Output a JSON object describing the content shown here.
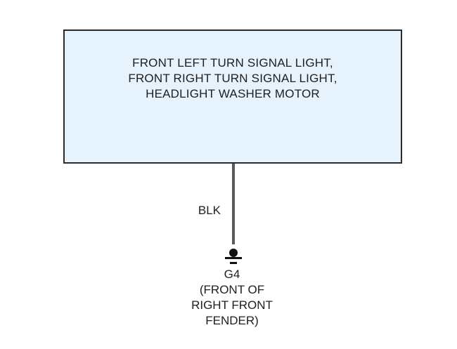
{
  "component_box": {
    "lines": [
      "FRONT LEFT TURN SIGNAL LIGHT,",
      "FRONT RIGHT TURN SIGNAL LIGHT,",
      "HEADLIGHT WASHER MOTOR"
    ],
    "fill_color": "#e7f3fc",
    "border_color": "#2b2b2b"
  },
  "wire": {
    "color_label": "BLK",
    "color": "#5a5a5a"
  },
  "ground": {
    "id": "G4",
    "location_lines": [
      "(FRONT OF",
      "RIGHT FRONT",
      "FENDER)"
    ],
    "symbol_color": "#111111"
  }
}
